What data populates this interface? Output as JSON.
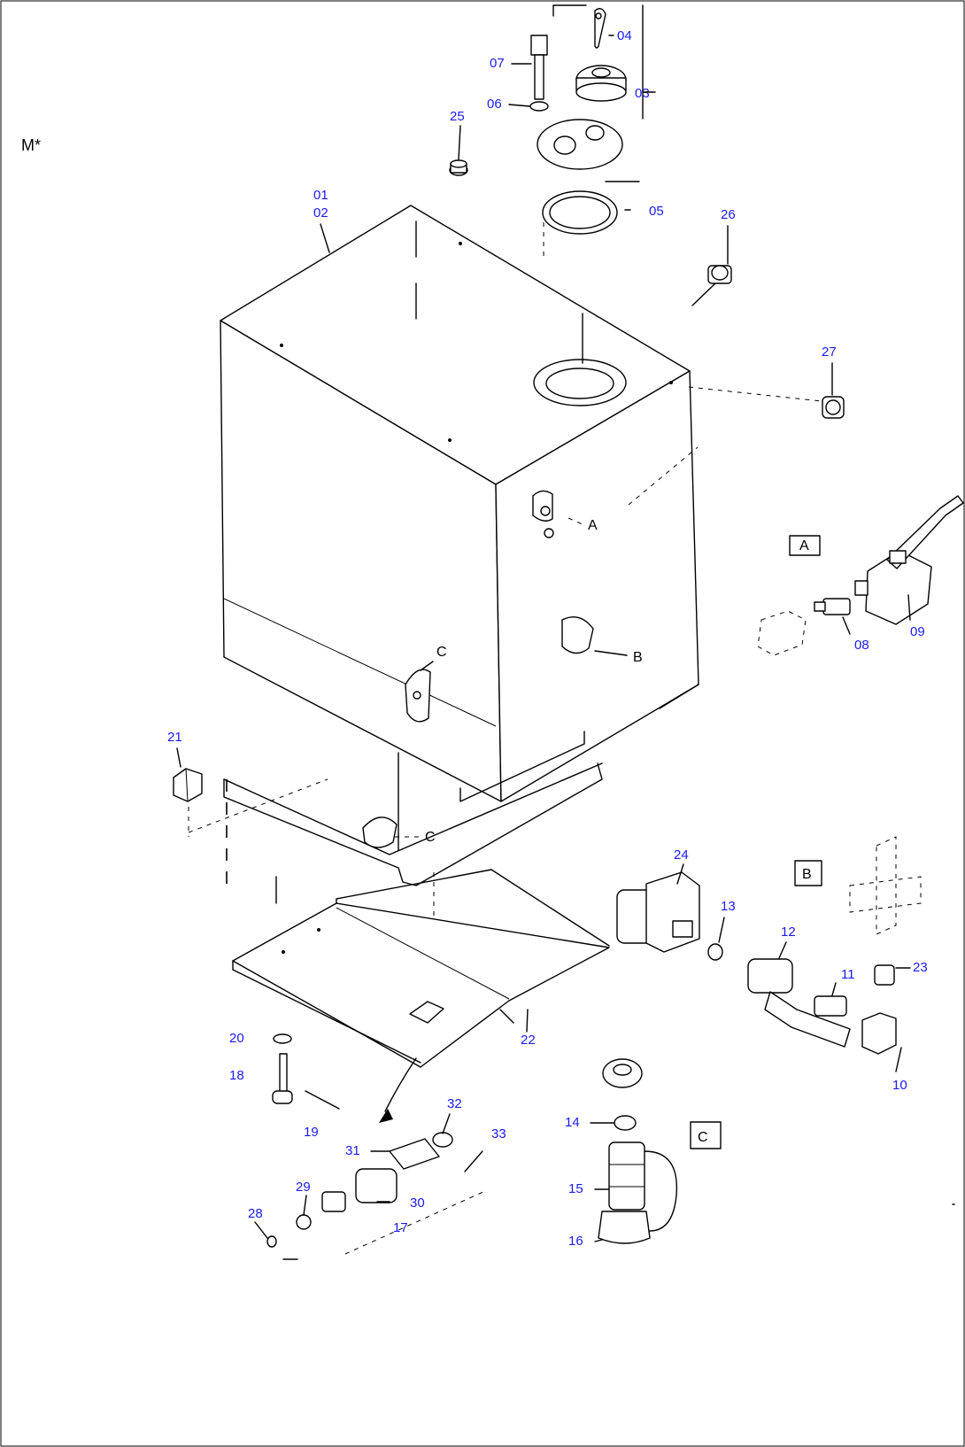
{
  "header": {
    "marker": "M*"
  },
  "callouts": [
    {
      "id": "c01",
      "text": "01"
    },
    {
      "id": "c02",
      "text": "02"
    },
    {
      "id": "c03",
      "text": "03"
    },
    {
      "id": "c04",
      "text": "04"
    },
    {
      "id": "c05",
      "text": "05"
    },
    {
      "id": "c06",
      "text": "06"
    },
    {
      "id": "c07",
      "text": "07"
    },
    {
      "id": "c08",
      "text": "08"
    },
    {
      "id": "c09",
      "text": "09"
    },
    {
      "id": "c10",
      "text": "10"
    },
    {
      "id": "c11",
      "text": "11"
    },
    {
      "id": "c12",
      "text": "12"
    },
    {
      "id": "c13",
      "text": "13"
    },
    {
      "id": "c14",
      "text": "14"
    },
    {
      "id": "c15",
      "text": "15"
    },
    {
      "id": "c16",
      "text": "16"
    },
    {
      "id": "c17",
      "text": "17"
    },
    {
      "id": "c18",
      "text": "18"
    },
    {
      "id": "c19",
      "text": "19"
    },
    {
      "id": "c20",
      "text": "20"
    },
    {
      "id": "c21",
      "text": "21"
    },
    {
      "id": "c22",
      "text": "22"
    },
    {
      "id": "c23",
      "text": "23"
    },
    {
      "id": "c24",
      "text": "24"
    },
    {
      "id": "c25",
      "text": "25"
    },
    {
      "id": "c26",
      "text": "26"
    },
    {
      "id": "c27",
      "text": "27"
    },
    {
      "id": "c28",
      "text": "28"
    },
    {
      "id": "c29",
      "text": "29"
    },
    {
      "id": "c30",
      "text": "30"
    },
    {
      "id": "c31",
      "text": "31"
    },
    {
      "id": "c32",
      "text": "32"
    },
    {
      "id": "c33",
      "text": "33"
    }
  ],
  "views": {
    "box_a": "A",
    "box_b": "B",
    "box_c": "C",
    "ref_a": "A",
    "ref_b": "B",
    "ref_c1": "C",
    "ref_c2": "C"
  },
  "colors": {
    "callout": "#1a1aff",
    "line": "#000000",
    "background": "#ffffff"
  }
}
